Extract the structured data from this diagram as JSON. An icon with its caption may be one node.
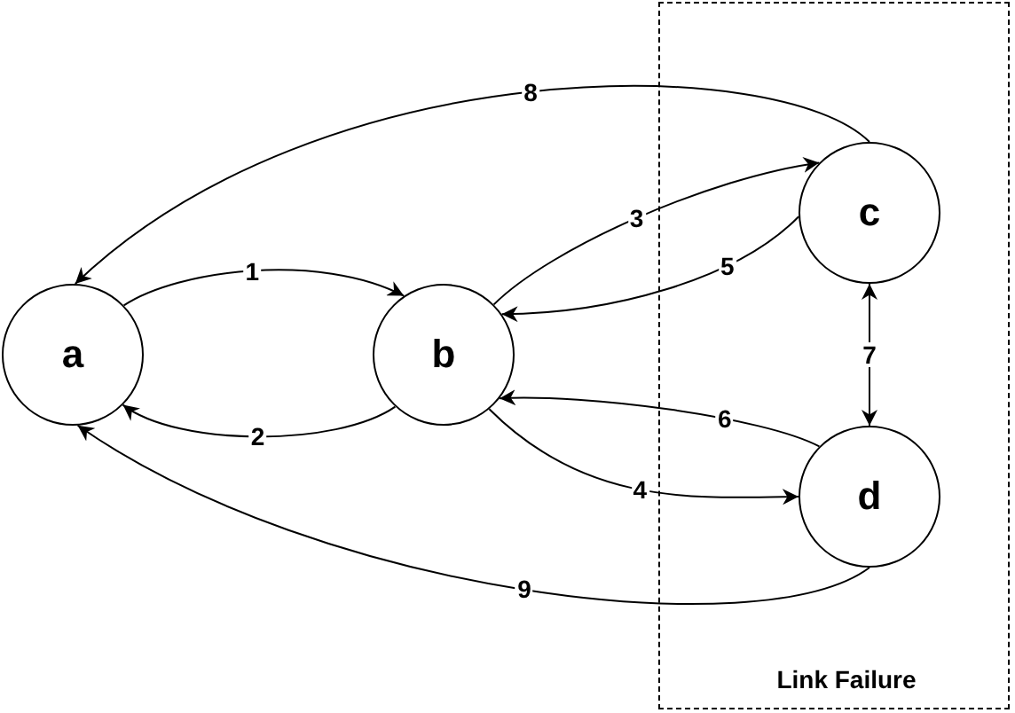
{
  "diagram": {
    "nodes": [
      {
        "text": [
          "a"
        ]
      },
      {
        "text": [
          "b"
        ]
      },
      {
        "text": [
          "Link Failure"
        ]
      },
      {
        "text": [
          "c"
        ],
        "in": 2
      },
      {
        "text": [
          "d"
        ],
        "in": 2
      }
    ],
    "edges": [
      {
        "from": 0,
        "to": 1,
        "arrow": "to",
        "label": "1"
      },
      {
        "from": 1,
        "to": 0,
        "arrow": "to",
        "label": "2"
      },
      {
        "from": 1,
        "to": 3,
        "arrow": "to",
        "label": "3"
      },
      {
        "from": 1,
        "to": 4,
        "arrow": "to",
        "label": "4"
      },
      {
        "from": 3,
        "to": 1,
        "arrow": "to",
        "label": "5"
      },
      {
        "from": 4,
        "to": 1,
        "arrow": "to",
        "label": "6"
      },
      {
        "from": 3,
        "to": 4,
        "arrow": "both",
        "label": "7"
      },
      {
        "from": 3,
        "to": 0,
        "arrow": "to",
        "label": "8"
      },
      {
        "from": 4,
        "to": 0,
        "arrow": "to",
        "label": "9"
      }
    ]
  }
}
